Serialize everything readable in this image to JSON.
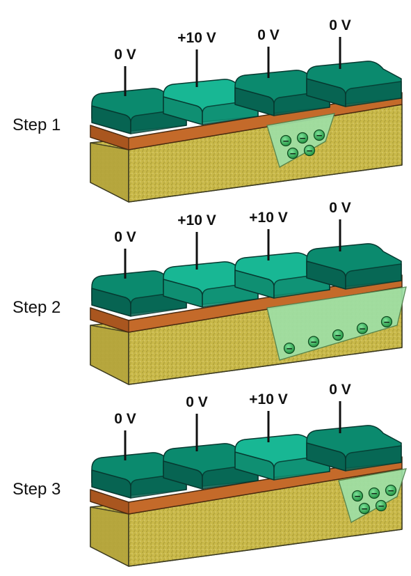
{
  "steps": [
    {
      "label": "Step 1",
      "electrodes": [
        {
          "voltage": "0 V",
          "active": false
        },
        {
          "voltage": "+10 V",
          "active": true
        },
        {
          "voltage": "0 V",
          "active": false
        },
        {
          "voltage": "0 V",
          "active": false
        }
      ],
      "charge_packet": {
        "under_electrodes": [
          1
        ],
        "charge_symbol": "−",
        "count": 5
      }
    },
    {
      "label": "Step 2",
      "electrodes": [
        {
          "voltage": "0 V",
          "active": false
        },
        {
          "voltage": "+10 V",
          "active": true
        },
        {
          "voltage": "+10 V",
          "active": true
        },
        {
          "voltage": "0 V",
          "active": false
        }
      ],
      "charge_packet": {
        "under_electrodes": [
          1,
          2
        ],
        "charge_symbol": "−",
        "count": 5
      }
    },
    {
      "label": "Step 3",
      "electrodes": [
        {
          "voltage": "0 V",
          "active": false
        },
        {
          "voltage": "0 V",
          "active": false
        },
        {
          "voltage": "+10 V",
          "active": true
        },
        {
          "voltage": "0 V",
          "active": false
        }
      ],
      "charge_packet": {
        "under_electrodes": [
          2
        ],
        "charge_symbol": "−",
        "count": 5
      }
    }
  ],
  "colors": {
    "electrode_off": "#0b8a6e",
    "electrode_off_dark": "#076452",
    "electrode_on": "#18b794",
    "electrode_on_dark": "#0f8f72",
    "oxide_layer": "#c46a2a",
    "substrate": "#c9b94a",
    "potential_well": "#9ee0a6",
    "electron": "#2eae50"
  }
}
